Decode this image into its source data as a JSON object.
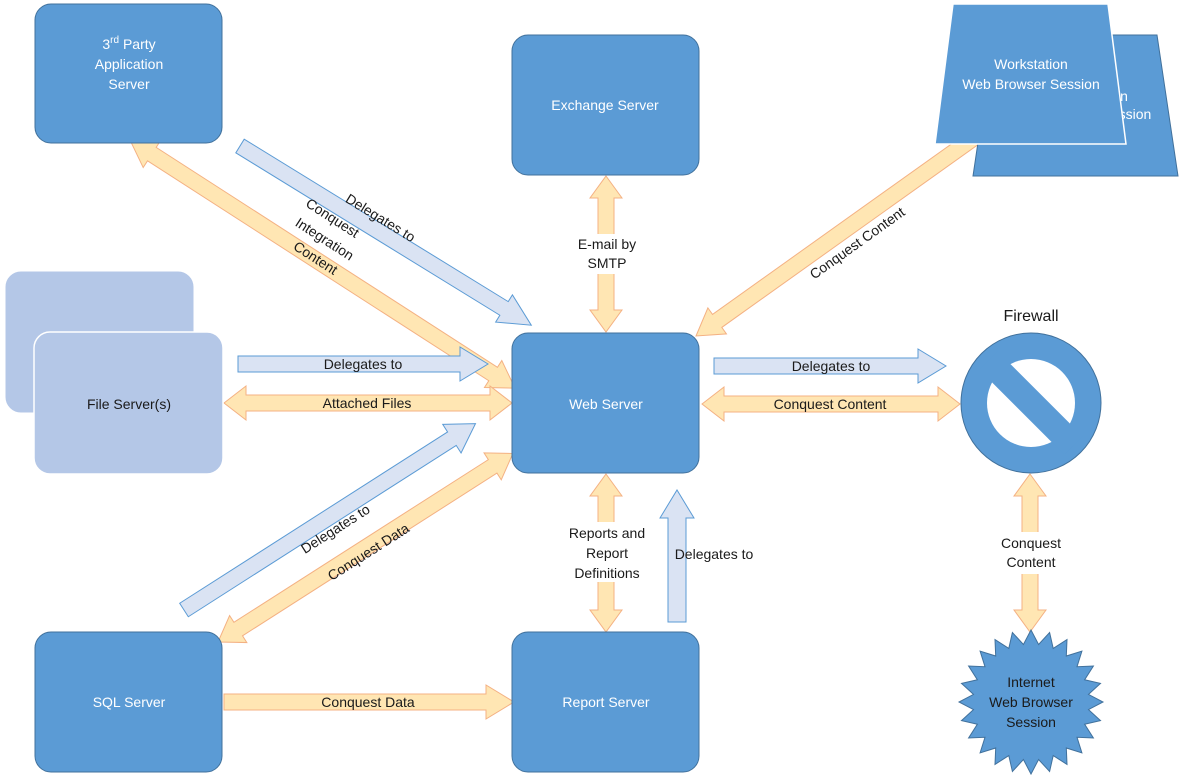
{
  "nodes": {
    "third_party": {
      "sup": "rd",
      "line1_pre": "3",
      "line1_post": " Party",
      "line2": "Application",
      "line3": "Server"
    },
    "exchange": {
      "label": "Exchange Server"
    },
    "workstation": {
      "line1": "Workstation",
      "line2": "Web Browser Session",
      "back_line1": "n",
      "back_line2": "ssion"
    },
    "file_server": {
      "label": "File Server(s)"
    },
    "web_server": {
      "label": "Web Server"
    },
    "firewall": {
      "label": "Firewall"
    },
    "sql_server": {
      "label": "SQL Server"
    },
    "report_server": {
      "label": "Report Server"
    },
    "internet": {
      "line1": "Internet",
      "line2": "Web Browser",
      "line3": "Session"
    }
  },
  "edges": {
    "delegates_thirdparty": "Delegates to",
    "conquest_integration": {
      "line1": "Conquest",
      "line2": "Integration",
      "line3": "Content"
    },
    "email_smtp": {
      "line1": "E-mail by",
      "line2": "SMTP"
    },
    "conquest_workstation": "Conquest Content",
    "delegates_file": "Delegates to",
    "attached_files": "Attached Files",
    "delegates_firewall": "Delegates to",
    "conquest_firewall": "Conquest Content",
    "delegates_sql": "Delegates to",
    "conquest_data_sql": "Conquest Data",
    "reports_defs": {
      "line1": "Reports and",
      "line2": "Report",
      "line3": "Definitions"
    },
    "delegates_report": "Delegates to",
    "conquest_internet": {
      "line1": "Conquest",
      "line2": "Content"
    },
    "conquest_data_report": "Conquest Data"
  },
  "colors": {
    "node_blue": "#5b9bd5",
    "node_light": "#b4c7e7",
    "delegate_fill": "#dae3f3",
    "delegate_stroke": "#5b9bd5",
    "content_fill": "#ffe6b3",
    "content_stroke": "#f4b183"
  }
}
